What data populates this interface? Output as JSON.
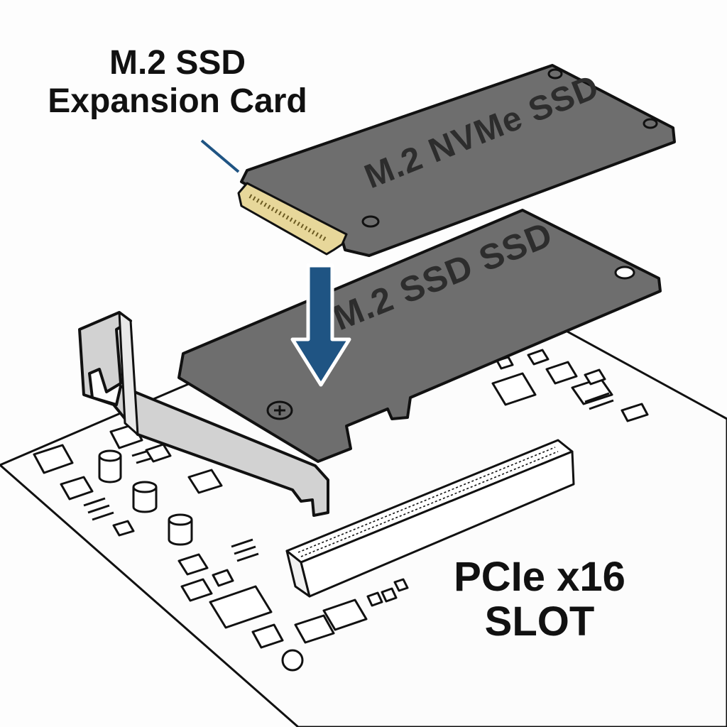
{
  "title_label": {
    "line1": "M.2 SSD",
    "line2": "Expansion Card"
  },
  "slot_label": {
    "line1": "PCIe x16",
    "line2": "SLOT"
  },
  "nvme_module": {
    "text": "M.2 NVMe SSD"
  },
  "carrier_card": {
    "text": "M.2 SSD SSD"
  },
  "colors": {
    "arrow": "#1f5483",
    "card_fill": "#6e6e6e",
    "bracket_fill": "#d4d4d4",
    "gold_contacts": "#e7d79a",
    "outline": "#111111",
    "board_fill": "#ffffff"
  },
  "icons": [
    "down-arrow-icon",
    "screw-icon"
  ]
}
